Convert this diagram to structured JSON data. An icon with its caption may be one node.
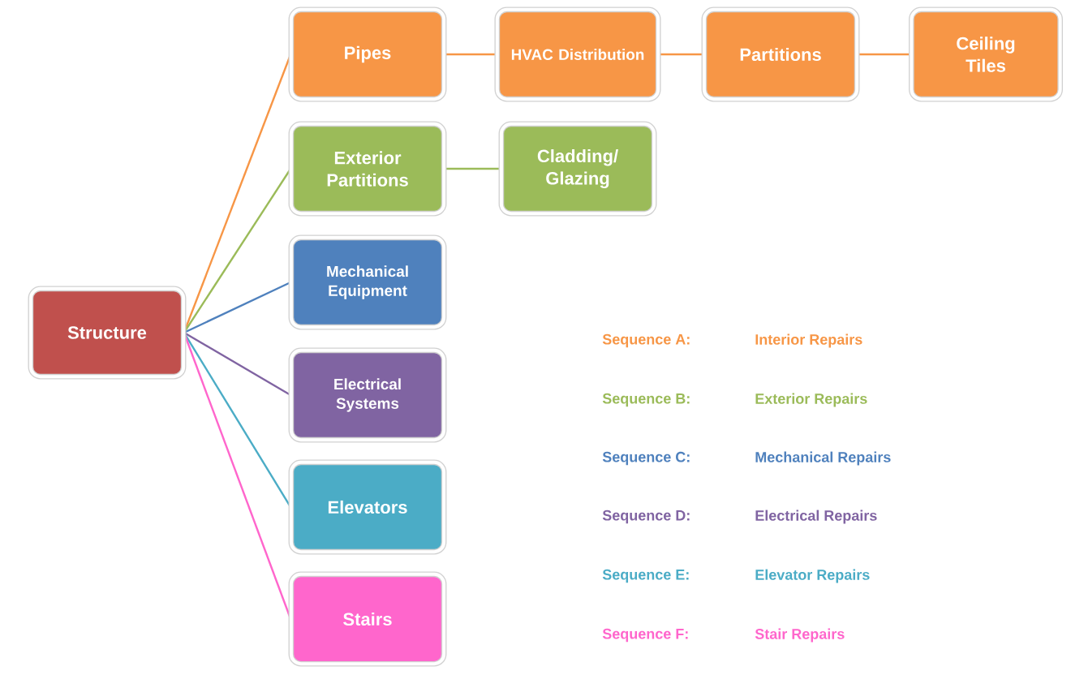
{
  "diagram": {
    "nodes": [
      {
        "text": [
          "Structure"
        ]
      },
      {
        "text": [
          "Pipes"
        ]
      },
      {
        "text": [
          "HVAC Distribution"
        ]
      },
      {
        "text": [
          "Partitions"
        ]
      },
      {
        "text": [
          "Ceiling Tiles"
        ]
      },
      {
        "text": [
          "Exterior Partitions"
        ]
      },
      {
        "text": [
          "Cladding/ Glazing"
        ]
      },
      {
        "text": [
          "Mechanical Equipment"
        ]
      },
      {
        "text": [
          "Electrical Systems"
        ]
      },
      {
        "text": [
          "Elevators"
        ]
      },
      {
        "text": [
          "Stairs"
        ]
      }
    ],
    "edges": [
      {
        "from": 0,
        "to": 1,
        "arrow": "none",
        "color": "#f79646"
      },
      {
        "from": 0,
        "to": 5,
        "arrow": "none",
        "color": "#9bbb59"
      },
      {
        "from": 0,
        "to": 7,
        "arrow": "none",
        "color": "#4f81bd"
      },
      {
        "from": 0,
        "to": 8,
        "arrow": "none",
        "color": "#8064a2"
      },
      {
        "from": 0,
        "to": 9,
        "arrow": "none",
        "color": "#4bacc6"
      },
      {
        "from": 0,
        "to": 10,
        "arrow": "none",
        "color": "#ff66cc"
      },
      {
        "from": 1,
        "to": 2,
        "arrow": "none",
        "color": "#f79646"
      },
      {
        "from": 2,
        "to": 3,
        "arrow": "none",
        "color": "#f79646"
      },
      {
        "from": 3,
        "to": 4,
        "arrow": "none",
        "color": "#f79646"
      },
      {
        "from": 5,
        "to": 6,
        "arrow": "none",
        "color": "#9bbb59"
      }
    ],
    "labels": [
      "Sequence A:",
      "Interior Repairs",
      "Sequence B:",
      "Exterior Repairs",
      "Sequence C:",
      "Mechanical Repairs",
      "Sequence D:",
      "Electrical Repairs",
      "Sequence E:",
      "Elevator Repairs",
      "Sequence F:",
      "Stair Repairs"
    ]
  }
}
